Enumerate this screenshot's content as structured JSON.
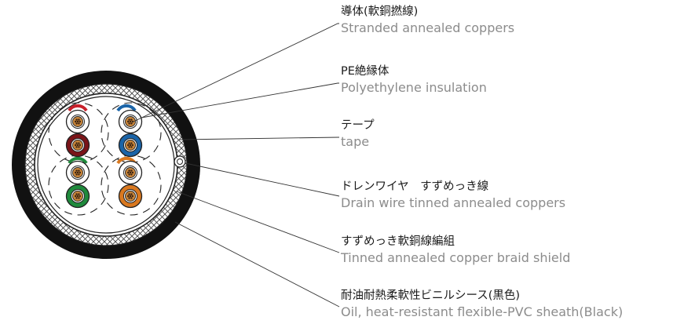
{
  "labels": [
    {
      "jp": "導体(軟銅撚線)",
      "en": "Stranded annealed coppers"
    },
    {
      "jp": "PE絶縁体",
      "en": "Polyethylene insulation"
    },
    {
      "jp": "テープ",
      "en": "tape"
    },
    {
      "jp": "ドレンワイヤ　すずめっき線",
      "en": "Drain wire tinned annealed coppers"
    },
    {
      "jp": "すずめっき軟銅線編組",
      "en": "Tinned annealed copper braid shield"
    },
    {
      "jp": "耐油耐熱柔軟性ビニルシース(黒色)",
      "en": "Oil, heat-resistant flexible-PVC sheath(Black)"
    }
  ],
  "colors": {
    "sheath": "#111111",
    "braid": "#555555",
    "red": "#7a1418",
    "blue": "#1a64a8",
    "green": "#1f8a3c",
    "orange": "#d9781f",
    "copper": "#c8853a",
    "leader": "#333333"
  }
}
